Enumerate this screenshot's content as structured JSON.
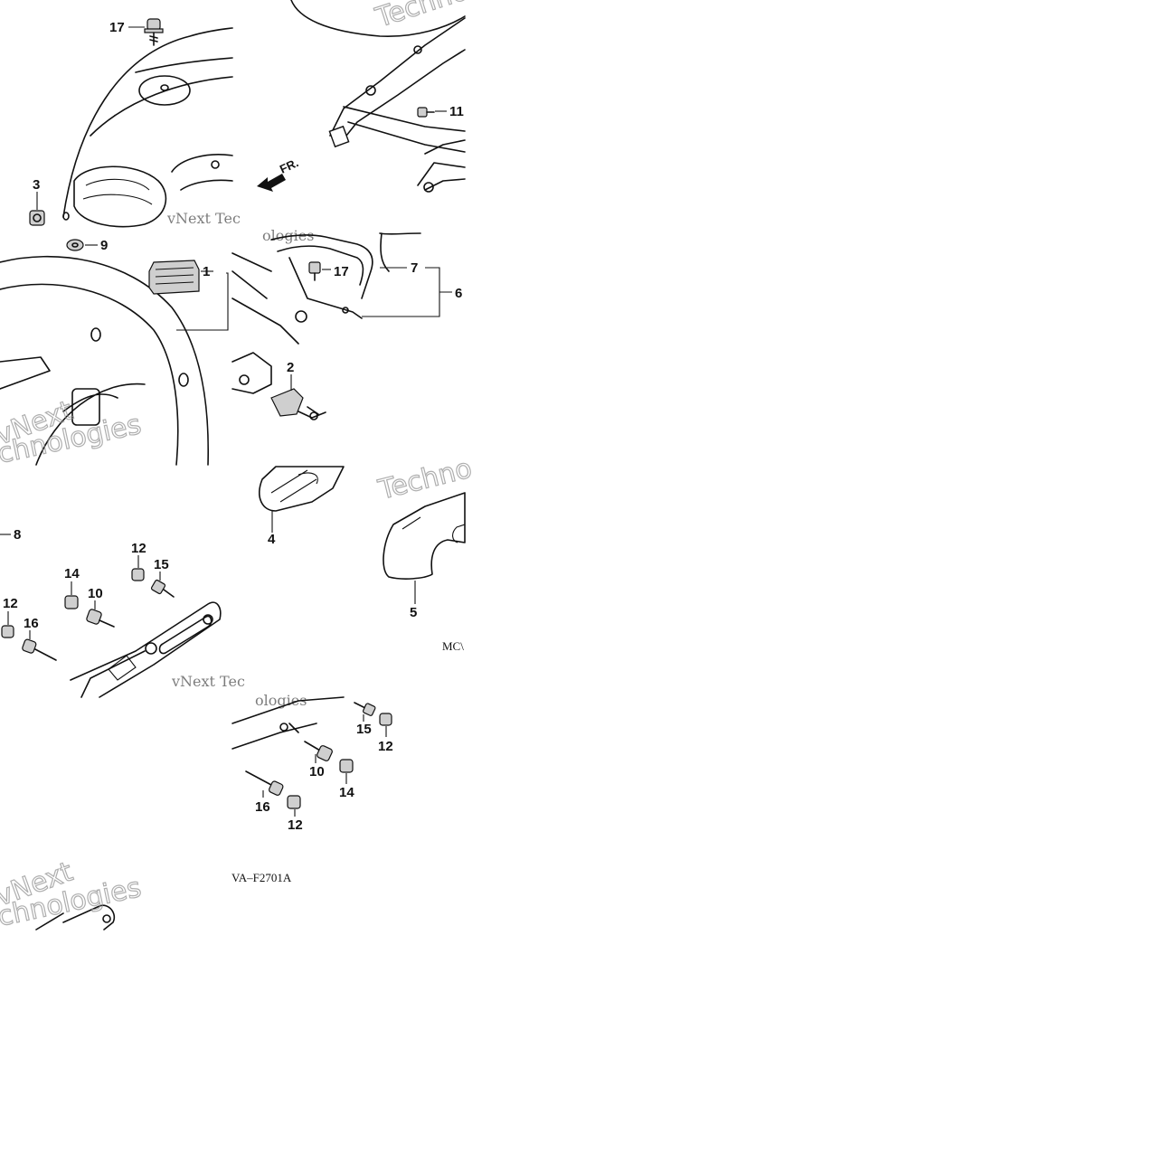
{
  "callouts": {
    "c17a": "17",
    "c3": "3",
    "c11": "11",
    "c9": "9",
    "c1": "1",
    "c17b": "17",
    "c7": "7",
    "c6": "6",
    "c2": "2",
    "c8": "8",
    "c4": "4",
    "c5": "5",
    "c12a": "12",
    "c15a": "15",
    "c14a": "14",
    "c10a": "10",
    "c12b": "12",
    "c16a": "16",
    "c15b": "15",
    "c12c": "12",
    "c10b": "10",
    "c14b": "14",
    "c16b": "16",
    "c12d": "12"
  },
  "direction_label": "FR.",
  "drawing_codes": {
    "code_mc": "MC\\",
    "code_va": "VA–F2701A"
  },
  "watermarks": {
    "w1": "vNext Tec",
    "w2": "vNext Tec",
    "w3": "Techno",
    "w4": "Techno",
    "w5": "vNext",
    "w6": "chnologies",
    "w7": "ologies",
    "w8": "vNext",
    "w9": "chnologies"
  },
  "colors": {
    "ink": "#111111",
    "watermark": "#8c8c8c",
    "background": "#ffffff"
  }
}
